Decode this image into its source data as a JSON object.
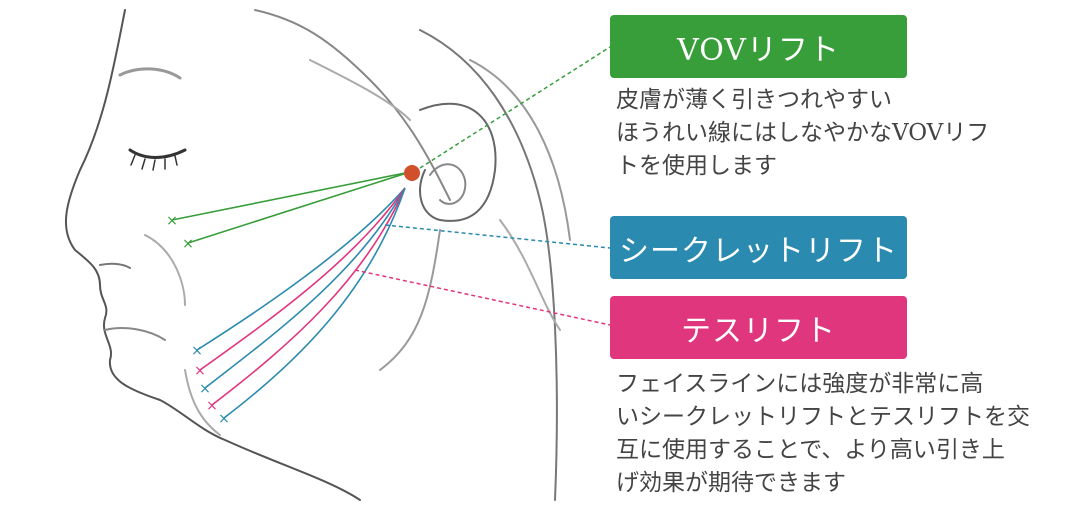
{
  "colors": {
    "vov": "#379e3a",
    "secret": "#2b8ab0",
    "tesu": "#e0367e",
    "insertion_point": "#d1502b"
  },
  "labels": {
    "vov": "VOVリフト",
    "secret": "シークレットリフト",
    "tesu": "テスリフト"
  },
  "descriptions": {
    "vov": [
      "皮膚が薄く引きつれやすい",
      "ほうれい線にはしなやかなVOVリフ",
      "トを使用します"
    ],
    "face_line": [
      "フェイスラインには強度が非常に高",
      "いシークレットリフトとテスリフトを交",
      "互に使用することで、より高い引き上",
      "げ効果が期待できます"
    ]
  }
}
